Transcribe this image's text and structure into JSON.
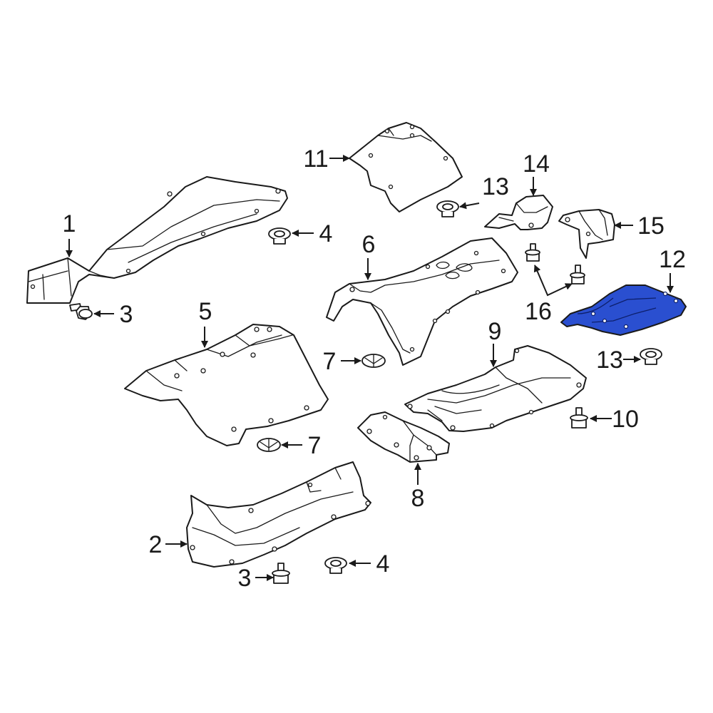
{
  "callouts": {
    "c1": "1",
    "c2": "2",
    "c3a": "3",
    "c3b": "3",
    "c4a": "4",
    "c4b": "4",
    "c5": "5",
    "c6": "6",
    "c7a": "7",
    "c7b": "7",
    "c8": "8",
    "c9": "9",
    "c10": "10",
    "c11": "11",
    "c12": "12",
    "c13a": "13",
    "c13b": "13",
    "c14": "14",
    "c15": "15",
    "c16": "16"
  },
  "colors": {
    "highlight": "#2a4fd0",
    "line": "#1a1a1a",
    "background": "#ffffff"
  }
}
